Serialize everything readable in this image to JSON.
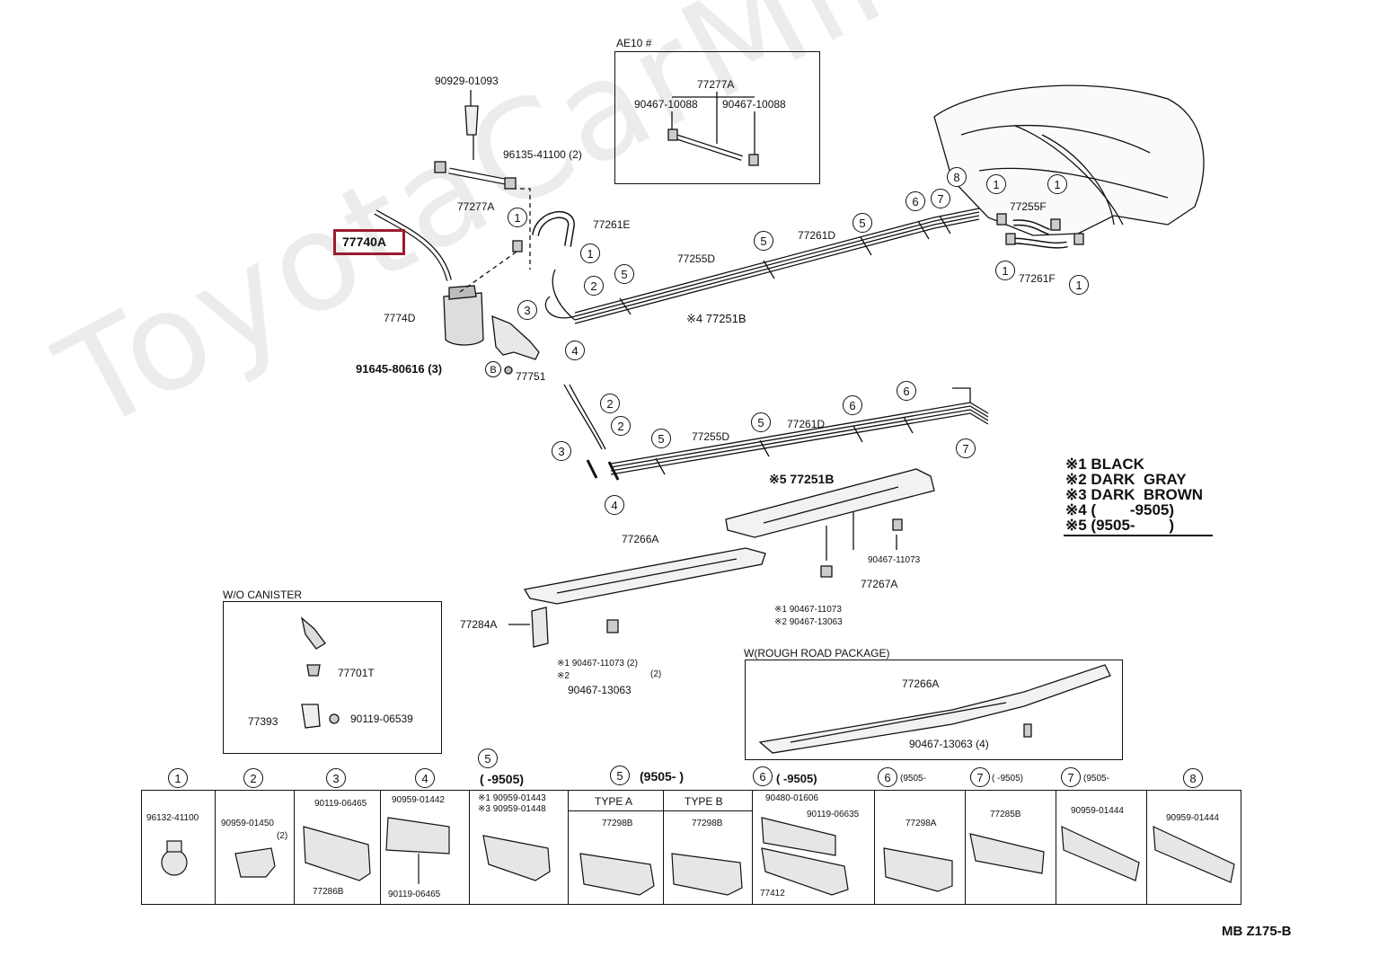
{
  "watermark": "ToyotaCarMirror.ru",
  "highlight_part": "77740A",
  "labels": {
    "p90929": "90929-01093",
    "p96135": "96135-41100 (2)",
    "p77277A": "77277A",
    "p77740A": "77740A",
    "p7774D": "7774D",
    "p77261E": "77261E",
    "p91645": "91645-80616 (3)",
    "p77751": "77751",
    "p77255D_top": "77255D",
    "p77251B_top": "※4 77251B",
    "p77261D_top": "77261D",
    "p77255F": "77255F",
    "p77261F": "77261F",
    "p77255D_bot": "77255D",
    "p77261D_bot": "77261D",
    "p77251B_bot": "※5 77251B",
    "p77266A": "77266A",
    "p77284A": "77284A",
    "p90467_a": "※1 90467-11073 (2)",
    "p90467_b": "※2",
    "p90467_b2": "(2)",
    "p90467_c": "90467-13063",
    "p90467_d": "90467-11073",
    "p77267A": "77267A",
    "p90467_e": "※1 90467-11073",
    "p90467_f": "※2 90467-13063",
    "ae10_title": "AE10 #",
    "ae10_part": "77277A",
    "ae10_left": "90467-10088",
    "ae10_right": "90467-10088",
    "wo_title": "W/O CANISTER",
    "wo_77701T": "77701T",
    "wo_77393": "77393",
    "wo_90119": "90119-06539",
    "rough_title": "W(ROUGH ROAD PACKAGE)",
    "rough_part": "77266A",
    "rough_bolt": "90467-13063 (4)",
    "b_label": "B",
    "diagram_code": "MB  Z175-B"
  },
  "legend": [
    "※1 BLACK",
    "※2 DARK  GRAY",
    "※3 DARK  BROWN",
    "※4 (        -9505)",
    "※5 (9505-        )"
  ],
  "table": {
    "headers": [
      {
        "num": "1",
        "text": ""
      },
      {
        "num": "2",
        "text": ""
      },
      {
        "num": "3",
        "text": ""
      },
      {
        "num": "4",
        "text": ""
      },
      {
        "num": "5",
        "text": "(      -9505)"
      },
      {
        "num": "5",
        "text": "(9505-      )"
      },
      {
        "num": "6",
        "text": "(          -9505)"
      },
      {
        "num": "6",
        "text": "(9505-"
      },
      {
        "num": "7",
        "text": "(      -9505)"
      },
      {
        "num": "7",
        "text": "(9505-"
      },
      {
        "num": "8",
        "text": ""
      }
    ],
    "cells": {
      "c1": "96132-41100",
      "c2": "90959-01450",
      "c2b": "(2)",
      "c3a": "90119-06465",
      "c3b": "77286B",
      "c4a": "90959-01442",
      "c4b": "90119-06465",
      "c5a": "※1 90959-01443",
      "c5b": "※3 90959-01448",
      "typeA": "TYPE  A",
      "typeA_part": "77298B",
      "typeB": "TYPE  B",
      "typeB_part": "77298B",
      "c6a": "90480-01606",
      "c6b": "90119-06635",
      "c6c": "77412",
      "c7": "77298A",
      "c8": "77285B",
      "c9": "90959-01444",
      "c10": "90959-01444"
    }
  }
}
